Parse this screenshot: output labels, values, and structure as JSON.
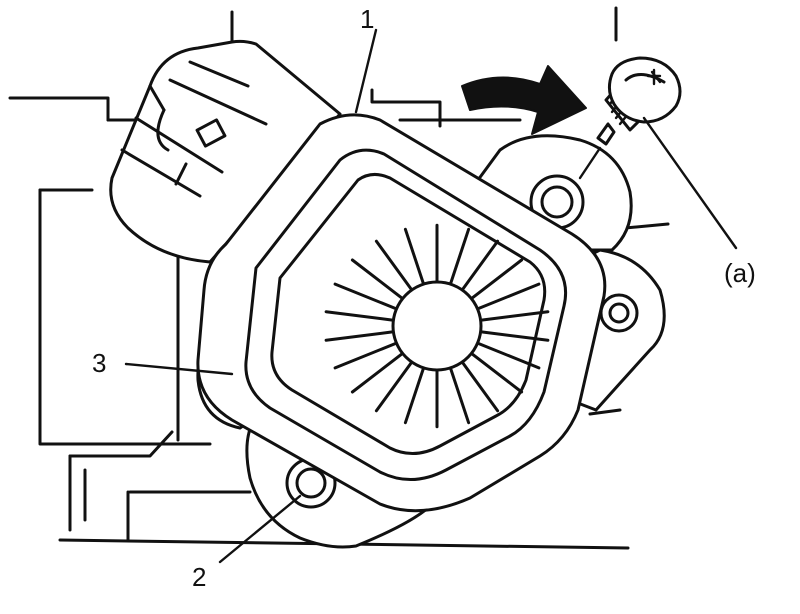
{
  "diagram": {
    "callouts": {
      "part_1": "1",
      "part_2": "2",
      "part_3": "3",
      "screw_a": "(a)"
    },
    "colors": {
      "ink": "#111111",
      "paper": "#ffffff"
    },
    "icons": {
      "rotation_arrow": "curved-arrow-right-icon",
      "screw": "screw-icon"
    }
  }
}
